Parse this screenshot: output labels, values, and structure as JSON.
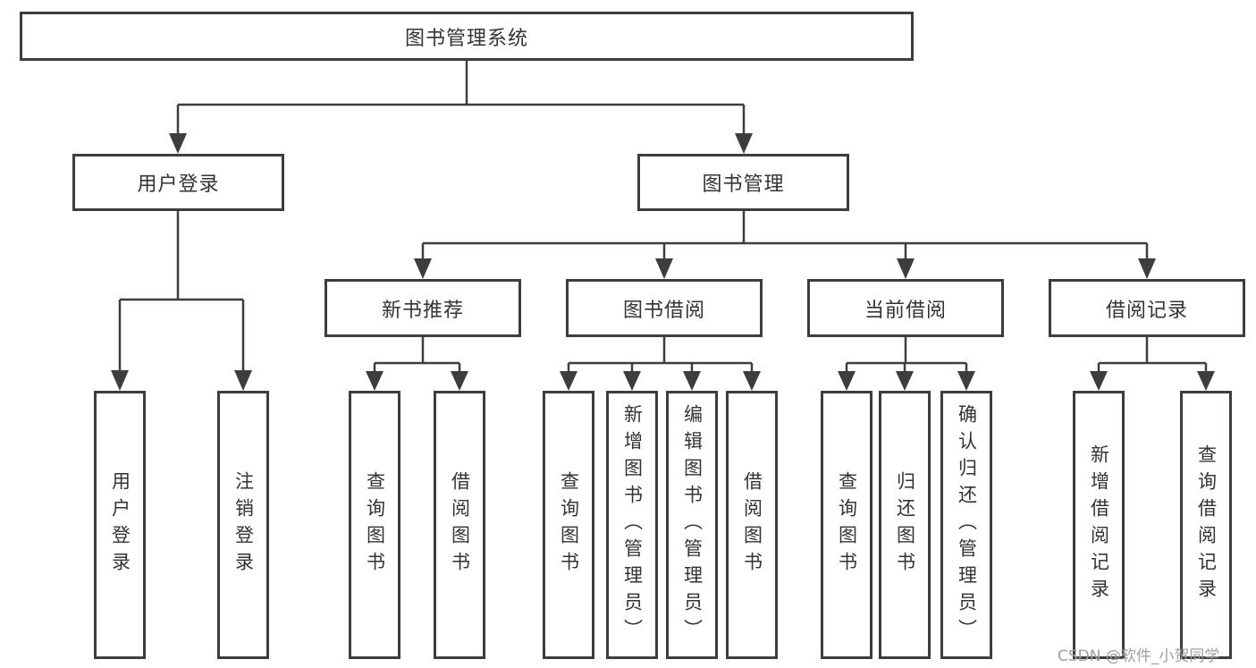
{
  "diagram": {
    "root": {
      "label": "图书管理系统"
    },
    "branches": [
      {
        "label": "用户登录",
        "children": [
          {
            "label": "用户登录"
          },
          {
            "label": "注销登录"
          }
        ]
      },
      {
        "label": "图书管理",
        "children": [
          {
            "label": "新书推荐",
            "children": [
              {
                "label": "查询图书"
              },
              {
                "label": "借阅图书"
              }
            ]
          },
          {
            "label": "图书借阅",
            "children": [
              {
                "label": "查询图书"
              },
              {
                "label": "新增图书（管理员）"
              },
              {
                "label": "编辑图书（管理员）"
              },
              {
                "label": "借阅图书"
              }
            ]
          },
          {
            "label": "当前借阅",
            "children": [
              {
                "label": "查询图书"
              },
              {
                "label": "归还图书"
              },
              {
                "label": "确认归还（管理员）"
              }
            ]
          },
          {
            "label": "借阅记录",
            "children": [
              {
                "label": "新增借阅记录"
              },
              {
                "label": "查询借阅记录"
              }
            ]
          }
        ]
      }
    ],
    "watermark": "CSDN @软件_小贺同学"
  }
}
